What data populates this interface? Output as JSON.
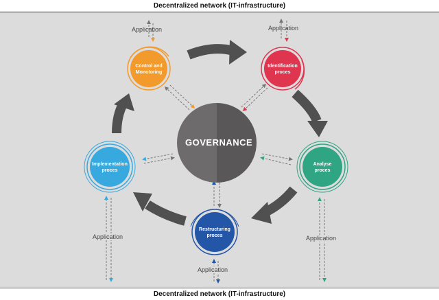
{
  "banners": {
    "top": "Decentralized network (IT-infrastructure)",
    "bottom": "Decentralized network (IT-infrastructure)"
  },
  "center": {
    "label": "GOVERNANCE",
    "color_left": "#6e6b6c",
    "color_right": "#5a5758"
  },
  "nodes": {
    "control": {
      "label": "Control and Monotoring",
      "color": "#f39a2c"
    },
    "identification": {
      "label": "Identification proces",
      "color": "#e0354f"
    },
    "analyse": {
      "label": "Analyse proces",
      "color": "#2fa583"
    },
    "restructuring": {
      "label": "Restructuring proces",
      "color": "#2456a8"
    },
    "implementation": {
      "label": "Implementation proces",
      "color": "#37a9de"
    }
  },
  "application_labels": {
    "top_left": "Application",
    "top_right": "Application",
    "left": "Application",
    "right": "Application",
    "bottom": "Application"
  },
  "colors": {
    "cycle_arrow": "#505050",
    "background": "#dcdcdc"
  }
}
